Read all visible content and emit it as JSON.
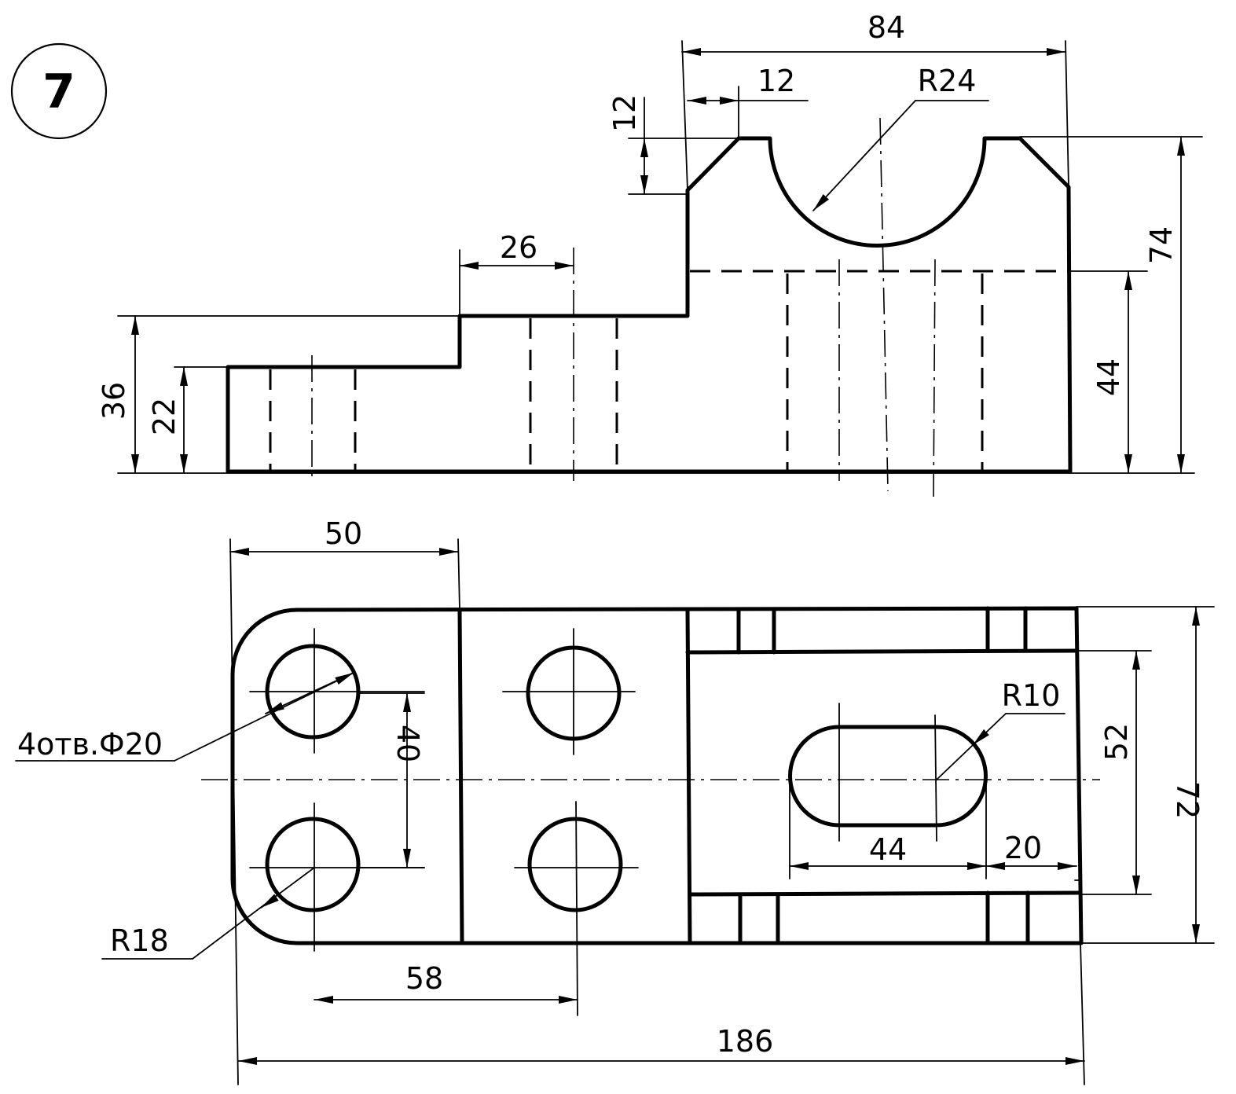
{
  "figure": {
    "number": "7"
  },
  "front_view": {
    "dims": {
      "overall_width_top": "84",
      "chamfer_width": "12",
      "chamfer_height": "12",
      "saddle_radius": "R24",
      "step_width": "26",
      "step_height": "36",
      "left_height": "22",
      "bore_axis_height": "44",
      "overall_height": "74"
    }
  },
  "plan_view": {
    "dims": {
      "left_width": "50",
      "hole_spacing_y": "40",
      "holes_note": "4отв.Ф20",
      "corner_radius": "R18",
      "hole_spacing_x": "58",
      "overall_length": "186",
      "slot_radius": "R10",
      "slot_centers": "44",
      "slot_offset": "20",
      "inner_width": "52",
      "overall_width": "72"
    }
  }
}
